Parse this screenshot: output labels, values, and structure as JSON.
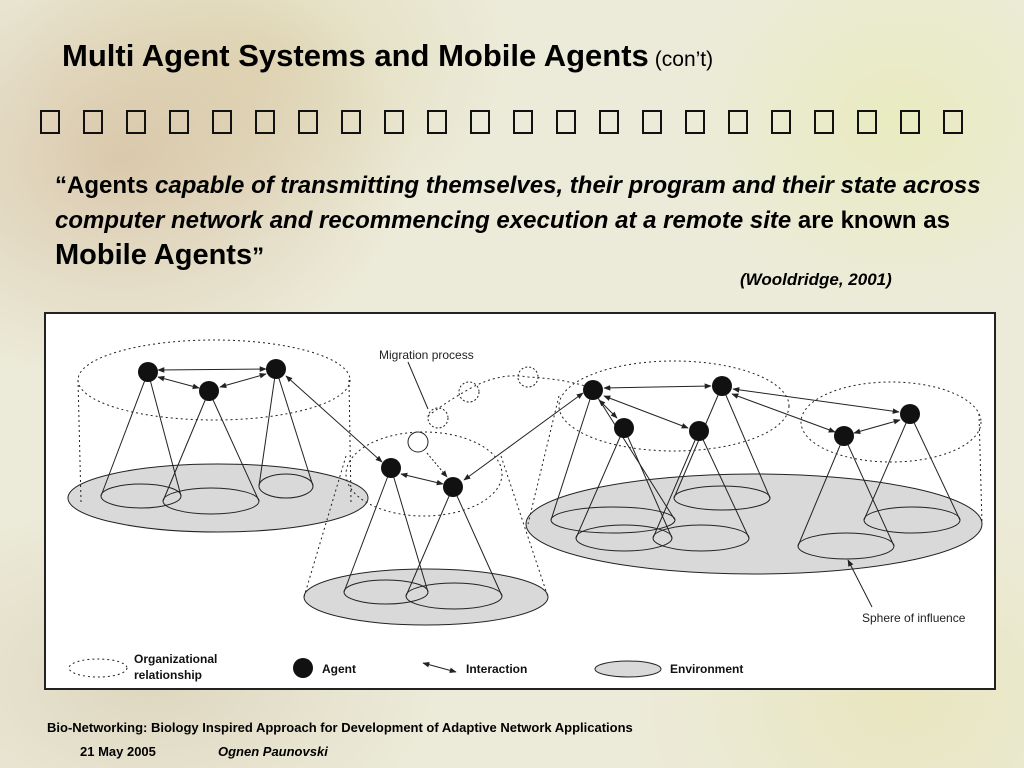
{
  "slide": {
    "title": "Multi Agent Systems and Mobile Agents",
    "title_suffix": "(con’t)",
    "placeholder_glyph_count": 22
  },
  "quote": {
    "open_mark": "“",
    "part1": "Agents ",
    "part2_italic": "capable of transmitting themselves, their program and their state across computer network and recommencing execution at a remote site",
    "part3": " are known as ",
    "part4_big": "Mobile Agents",
    "close_mark": "”",
    "citation": "(Wooldridge, 2001)"
  },
  "diagram": {
    "label_migration": "Migration process",
    "label_sphere": "Sphere of influence",
    "legend": {
      "org_line1": "Organizational",
      "org_line2": "relationship",
      "agent": "Agent",
      "interaction": "Interaction",
      "environment": "Environment"
    },
    "colors": {
      "environment_fill": "#d9d9d9",
      "stroke": "#222222"
    }
  },
  "footer": {
    "title": "Bio-Networking: Biology Inspired Approach for Development of Adaptive Network Applications",
    "date": "21 May 2005",
    "author": "Ognen Paunovski"
  }
}
